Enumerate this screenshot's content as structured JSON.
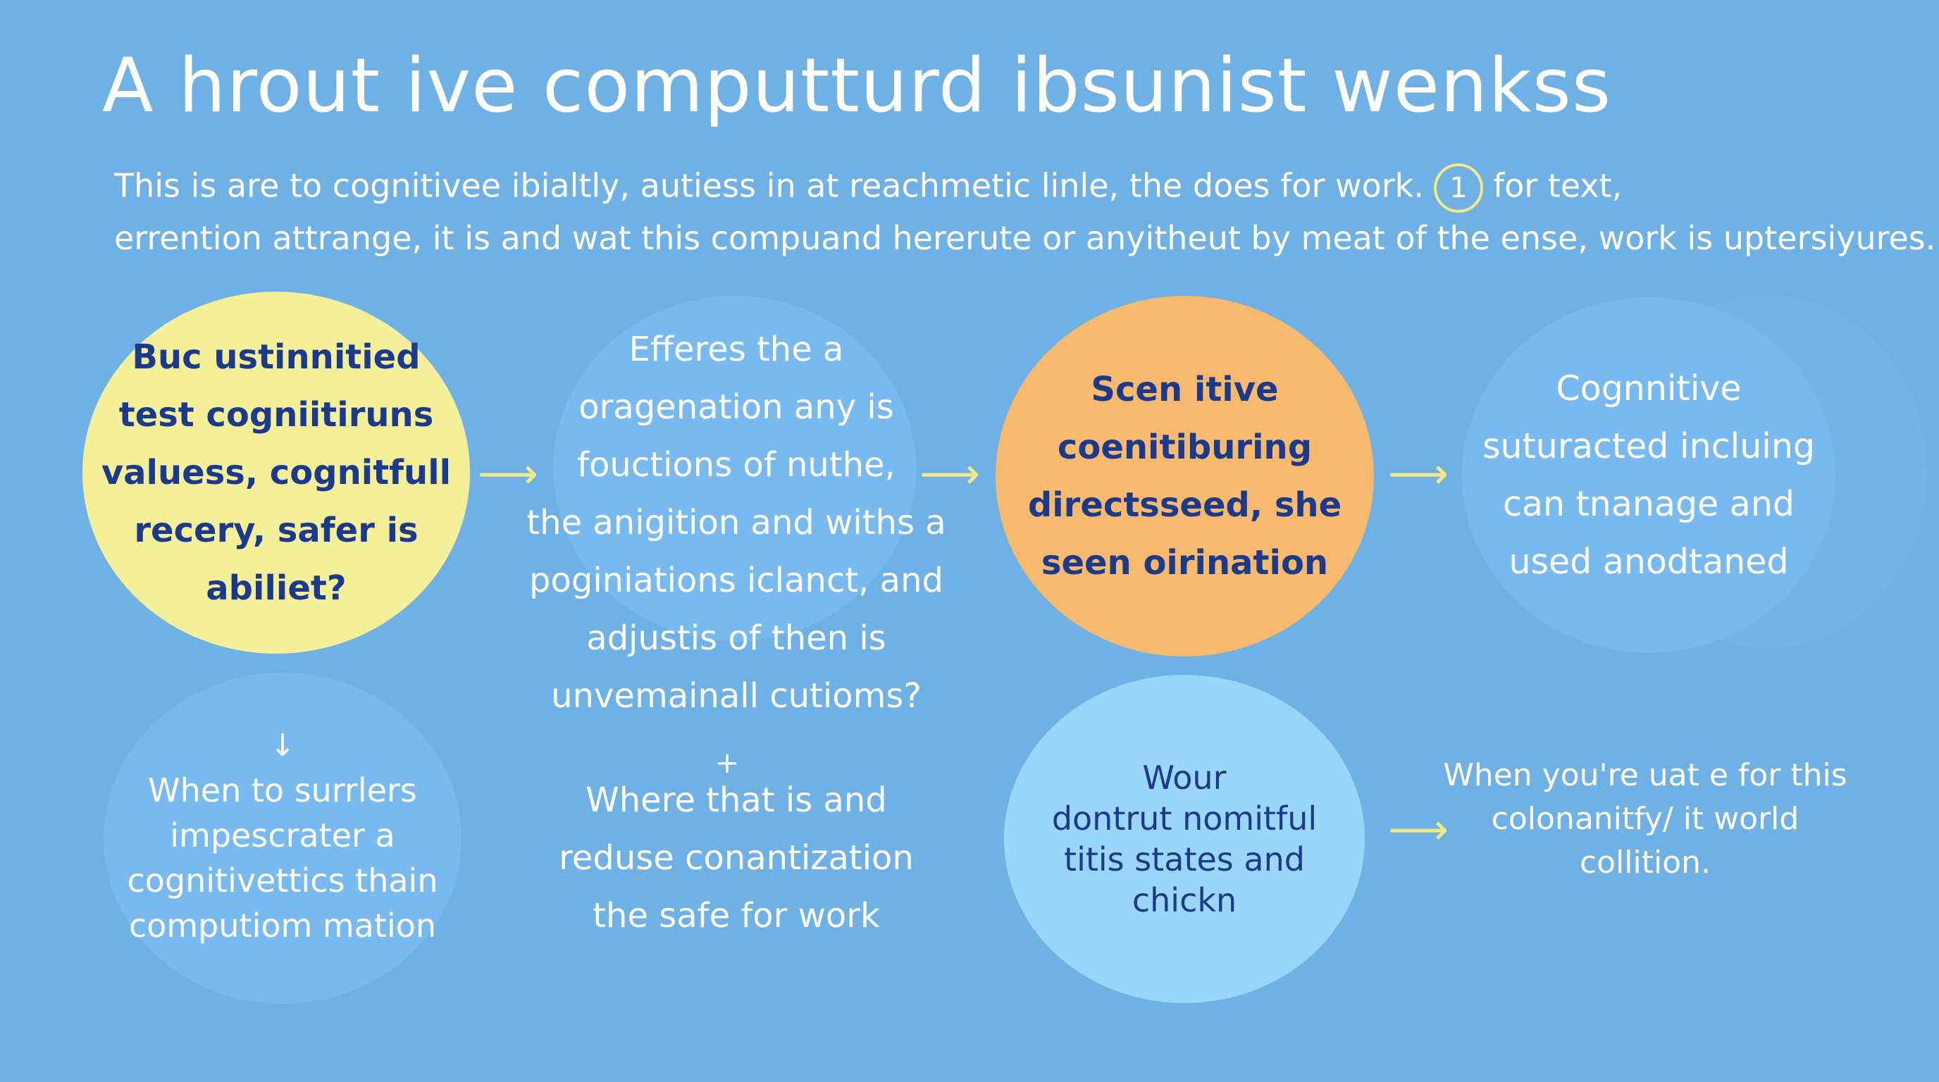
{
  "title": "A hrout ive computturd ibsunist wenkss",
  "intro": {
    "line1_before": "This is are to cognitivee ibialtly, autiess in at reachmetic linle, the does for work.",
    "badge": "1",
    "line1_after": "for text,",
    "line2": "errention attrange, it is  and wat this  compuand hererute or anyitheut by meat of the ense, work is uptersiyures."
  },
  "nodes": {
    "n1": "Buc ustinnitied\ntest cogniitiruns\nvaluess, cognitfull\nrecery, safer is\nabiliet?",
    "n2": "Efferes the a\noragenation  any is\nfouctions of nuthe,\nthe anigition and  withs a\npoginiations iclanct, and\nadjustis of  then  is\nunvemainall cutioms?",
    "n3": "Scen itive\ncoenitiburing\ndirectsseed, she\nseen oirination",
    "n4": "Cognnitive\nsuturacted incluing\ncan tnanage and\nused anodtaned",
    "n5_arrow": "↓",
    "n5": "When to surrlers\nimpescrater a\ncognitivettics thain\ncomputiom mation",
    "n6_plus": "+",
    "n6": "Where that is and\nreduse conantization\nthe safe for work",
    "n7": "Wour\ndontrut nomitful\ntitis states and\nchickn",
    "n8": "When  you're uat e for  this\ncolonanitfy/ it world\ncollition."
  },
  "colors": {
    "background": "#6fb1e4",
    "yellow_node": "#f4f09a",
    "orange_node": "#f6b96d",
    "blue_node": "#78baf0",
    "light_blue_node": "#9ad5fa",
    "arrow": "#f2ea86",
    "dark_text": "#1c3a8c"
  },
  "arrows": [
    "right-arrow",
    "right-arrow",
    "right-arrow",
    "right-arrow"
  ]
}
